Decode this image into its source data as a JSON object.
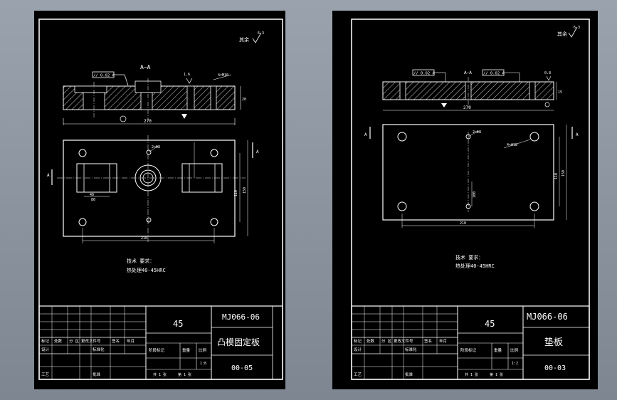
{
  "colors": {
    "background": "#000000",
    "line": "#ffffff",
    "frame_bg": "#8a929c"
  },
  "sheet_left": {
    "surface_finish": "其余",
    "roughness_value": "6.3",
    "section_label": "A—A",
    "datum_label": "A",
    "flatness_box": "// 0.02 A",
    "dim_overall_length": "270",
    "dim_hole_spacing": "210",
    "dim_height_outer": "150",
    "dim_height_inner": "110",
    "dim_width_small": "80",
    "dim_width_small2": "40",
    "note_bolt": "4×M10",
    "note_hole": "2×Φ8",
    "tech_title": "技术 要求：",
    "tech_body": "热处理40-45HRC",
    "tb_material": "45",
    "tb_drawing_no": "MJ066-06",
    "tb_part_name": "凸模固定板",
    "tb_part_no": "00-05",
    "tb_scale": "1:8",
    "tb_label_stage": "阶段标记",
    "tb_label_weight": "重量",
    "tb_label_ratio": "比例",
    "tb_label_designer": "设计",
    "tb_label_std": "标准化",
    "tb_label_process": "工艺",
    "tb_label_approve": "批准",
    "tb_label_mark": "标记",
    "tb_label_count": "处数",
    "tb_label_zone": "分 区",
    "tb_label_change": "更改文件号",
    "tb_label_sign": "签名",
    "tb_label_date": "年月",
    "tb_sheet": "共 1 张",
    "tb_page": "第 1 张"
  },
  "sheet_right": {
    "surface_finish": "其余",
    "roughness_value": "6.3",
    "section_label": "A—A",
    "datum_label": "A",
    "flatness_box": "// 0.02 A",
    "dim_overall_length": "270",
    "dim_hole_spacing": "210",
    "dim_height_outer": "150",
    "dim_height_inner": "110",
    "note_bolt": "4×Φ18",
    "note_hole": "2×Φ8",
    "tech_title": "技术 要求：",
    "tech_body": "热处理40-45HRC",
    "tb_material": "45",
    "tb_drawing_no": "MJ066-06",
    "tb_part_name": "垫板",
    "tb_part_no": "00-03",
    "tb_scale": "1:2",
    "tb_label_stage": "阶段标记",
    "tb_label_weight": "重量",
    "tb_label_ratio": "比例",
    "tb_label_designer": "设计",
    "tb_label_std": "标准化",
    "tb_label_process": "工艺",
    "tb_label_approve": "批准",
    "tb_label_mark": "标记",
    "tb_label_count": "处数",
    "tb_label_zone": "分 区",
    "tb_label_change": "更改文件号",
    "tb_label_sign": "签名",
    "tb_label_date": "年月",
    "tb_sheet": "共 1 张",
    "tb_page": "第 1 张"
  }
}
